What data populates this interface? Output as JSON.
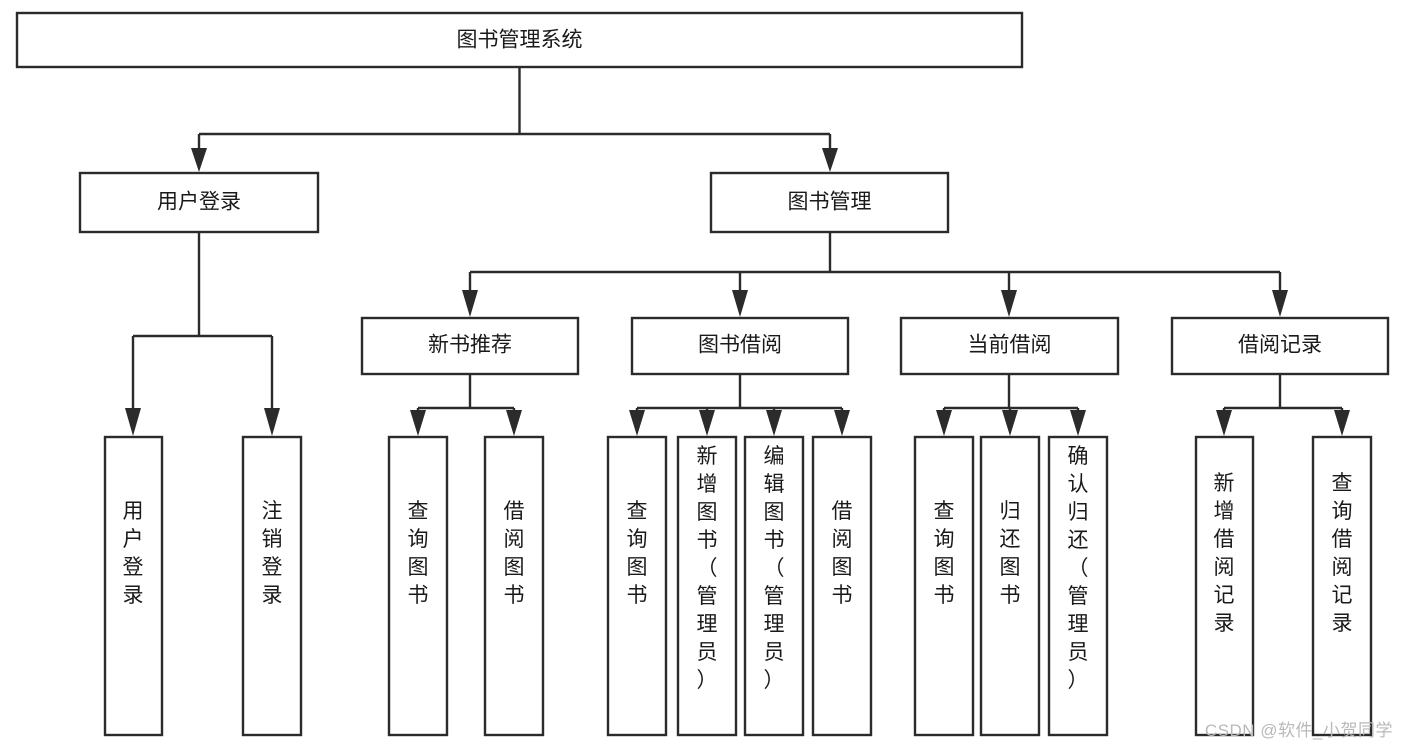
{
  "diagram": {
    "type": "tree-hierarchy",
    "title": "图书管理系统",
    "orientation": "top-down",
    "colors": {
      "box_stroke": "#2b2b2b",
      "box_fill": "#ffffff",
      "connector": "#2b2b2b",
      "label_text": "#1a1a1a",
      "watermark": "#b9b9b9",
      "background": "#ffffff"
    },
    "root": {
      "id": "root",
      "label": "图书管理系统",
      "orientation": "horizontal"
    },
    "level2": [
      {
        "id": "user-login",
        "label": "用户登录",
        "orientation": "horizontal"
      },
      {
        "id": "book-management",
        "label": "图书管理",
        "orientation": "horizontal"
      }
    ],
    "level3": [
      {
        "id": "new-book-recommend",
        "label": "新书推荐",
        "parent": "book-management",
        "orientation": "horizontal"
      },
      {
        "id": "book-borrow",
        "label": "图书借阅",
        "parent": "book-management",
        "orientation": "horizontal"
      },
      {
        "id": "current-borrow",
        "label": "当前借阅",
        "parent": "book-management",
        "orientation": "horizontal"
      },
      {
        "id": "borrow-record",
        "label": "借阅记录",
        "parent": "book-management",
        "orientation": "horizontal"
      }
    ],
    "leaves": [
      {
        "id": "leaf-user-login",
        "label": "用户登录",
        "parent": "user-login",
        "orientation": "vertical"
      },
      {
        "id": "leaf-logout-login",
        "label": "注销登录",
        "parent": "user-login",
        "orientation": "vertical"
      },
      {
        "id": "leaf-query-book-1",
        "label": "查询图书",
        "parent": "new-book-recommend",
        "orientation": "vertical"
      },
      {
        "id": "leaf-borrow-book-1",
        "label": "借阅图书",
        "parent": "new-book-recommend",
        "orientation": "vertical"
      },
      {
        "id": "leaf-query-book-2",
        "label": "查询图书",
        "parent": "book-borrow",
        "orientation": "vertical"
      },
      {
        "id": "leaf-add-book",
        "label": "新增图书（管理员）",
        "parent": "book-borrow",
        "orientation": "vertical"
      },
      {
        "id": "leaf-edit-book",
        "label": "编辑图书（管理员）",
        "parent": "book-borrow",
        "orientation": "vertical"
      },
      {
        "id": "leaf-borrow-book-2",
        "label": "借阅图书",
        "parent": "book-borrow",
        "orientation": "vertical"
      },
      {
        "id": "leaf-query-book-3",
        "label": "查询图书",
        "parent": "current-borrow",
        "orientation": "vertical"
      },
      {
        "id": "leaf-return-book",
        "label": "归还图书",
        "parent": "current-borrow",
        "orientation": "vertical"
      },
      {
        "id": "leaf-confirm-return",
        "label": "确认归还（管理员）",
        "parent": "current-borrow",
        "orientation": "vertical"
      },
      {
        "id": "leaf-add-record",
        "label": "新增借阅记录",
        "parent": "borrow-record",
        "orientation": "vertical"
      },
      {
        "id": "leaf-query-record",
        "label": "查询借阅记录",
        "parent": "borrow-record",
        "orientation": "vertical"
      }
    ]
  },
  "watermark": {
    "text": "CSDN @软件_小贺同学"
  }
}
